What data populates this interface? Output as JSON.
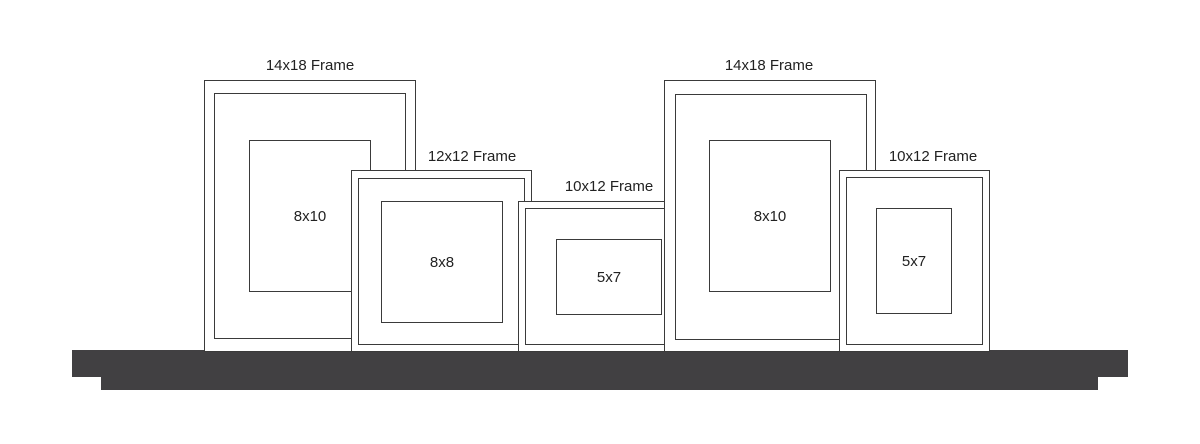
{
  "frames": [
    {
      "label": "14x18 Frame",
      "photo": "8x10"
    },
    {
      "label": "12x12 Frame",
      "photo": "8x8"
    },
    {
      "label": "10x12 Frame",
      "photo": "5x7"
    },
    {
      "label": "14x18 Frame",
      "photo": "8x10"
    },
    {
      "label": "10x12 Frame",
      "photo": "5x7"
    }
  ],
  "colors": {
    "shelf": "#414042",
    "outline": "#3a3a3a",
    "background": "#ffffff"
  }
}
